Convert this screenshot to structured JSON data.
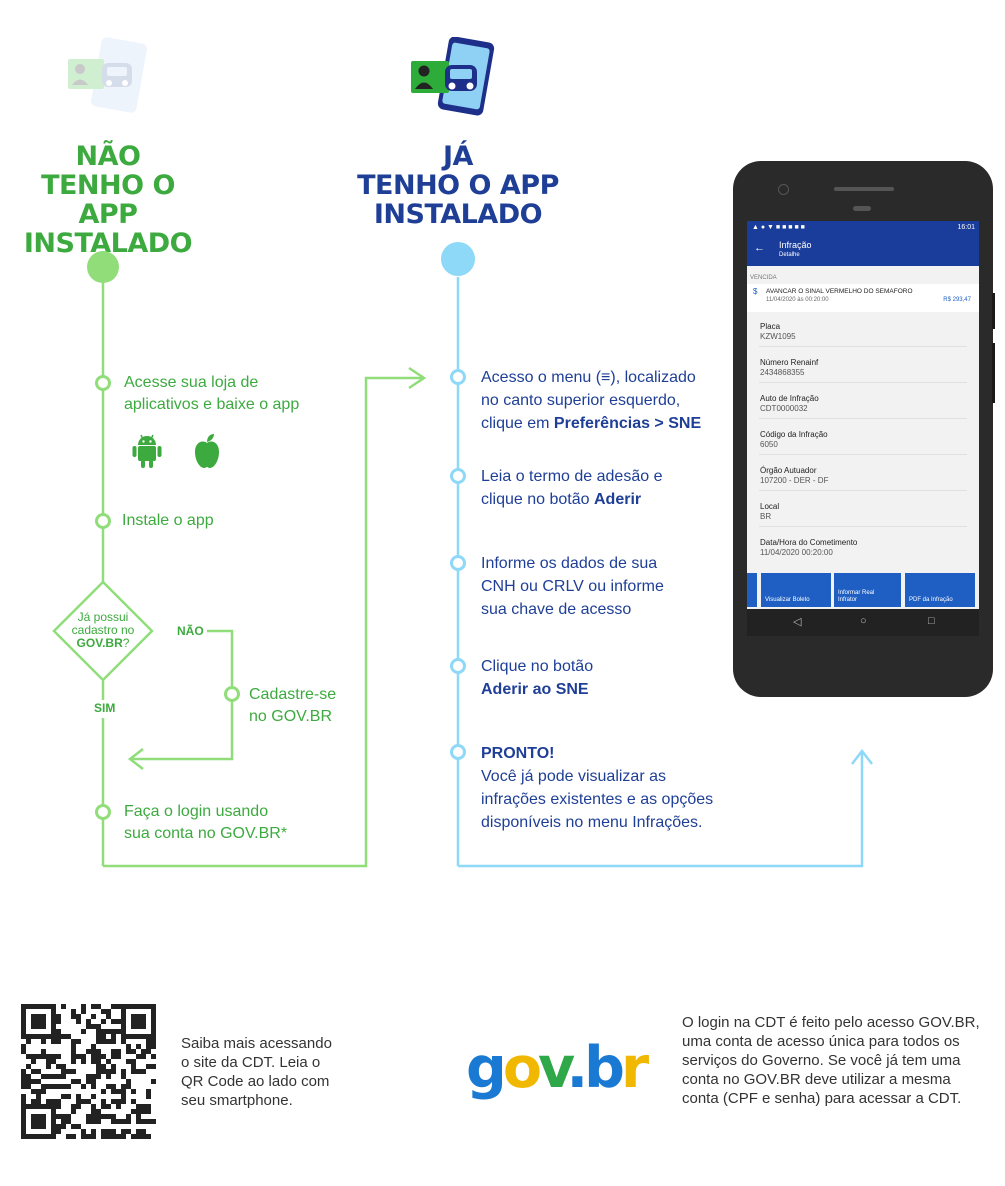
{
  "left_column": {
    "title": [
      "NÃO",
      "TENHO O APP",
      "INSTALADO"
    ],
    "steps": [
      {
        "text": [
          "Acesse sua loja de",
          "aplicativos e baixe o app"
        ]
      },
      {
        "text": [
          "Instale o app"
        ]
      }
    ],
    "decision": {
      "question": [
        "Já possui",
        "cadastro no"
      ],
      "question_bold": "GOV.BR",
      "question_end": "?",
      "no_label": "NÃO",
      "yes_label": "SIM"
    },
    "register_step": [
      "Cadastre-se",
      "no GOV.BR"
    ],
    "login_step": [
      "Faça o login usando",
      "sua conta no GOV.BR*"
    ],
    "store_icons": [
      "android-icon",
      "apple-icon"
    ],
    "color": "#3daa3f"
  },
  "right_column": {
    "title": [
      "JÁ",
      "TENHO O APP",
      "INSTALADO"
    ],
    "step1": {
      "line1": "Acesso o menu (≡), localizado",
      "line2": "no canto superior esquerdo,",
      "line3_pre": "clique em ",
      "line3_bold": "Preferências > SNE"
    },
    "step2": {
      "line1": "Leia o termo de adesão e",
      "line2_pre": "clique no botão ",
      "line2_bold": "Aderir"
    },
    "step3": {
      "lines": [
        "Informe os dados de sua",
        "CNH ou CRLV ou informe",
        "sua chave de acesso"
      ]
    },
    "step4": {
      "line1": "Clique no botão",
      "line2_bold": "Aderir ao SNE"
    },
    "step5": {
      "title": "PRONTO!",
      "lines": [
        "Você já pode visualizar as",
        "infrações existentes e as opções",
        "disponíveis no menu Infrações."
      ]
    },
    "color": "#1f3f97"
  },
  "phone": {
    "status_time": "16:01",
    "app_title": "Infração",
    "app_subtitle": "Detalhe",
    "status_label": "VENCIDA",
    "infraction_title": "AVANCAR O SINAL VERMELHO DO SEMAFORO",
    "infraction_date": "11/04/2020 às 00:20:00",
    "infraction_amount": "R$ 293,47",
    "fields": [
      {
        "label": "Placa",
        "value": "KZW1095"
      },
      {
        "label": "Número Renainf",
        "value": "2434868355"
      },
      {
        "label": "Auto de Infração",
        "value": "CDT0000032"
      },
      {
        "label": "Código da Infração",
        "value": "6050"
      },
      {
        "label": "Órgão Autuador",
        "value": "107200 - DER - DF"
      },
      {
        "label": "Local",
        "value": "BR"
      },
      {
        "label": "Data/Hora do Cometimento",
        "value": "11/04/2020 00:20:00"
      }
    ],
    "buttons": [
      "Visualizar Boleto",
      "Informar Real Infrator",
      "PDF da Infração"
    ]
  },
  "footer": {
    "qr_text": [
      "Saiba mais acessando",
      "o site da CDT. Leia o",
      "QR Code ao lado com",
      "seu smartphone."
    ],
    "logo_text": "gov.br",
    "govbr_text": [
      "O login na CDT é feito pelo acesso GOV.BR,",
      "uma conta de acesso única para todos os",
      "serviços do Governo. Se você já tem uma",
      "conta no GOV.BR deve utilizar a mesma",
      "conta (CPF e senha) para acessar a CDT."
    ]
  }
}
